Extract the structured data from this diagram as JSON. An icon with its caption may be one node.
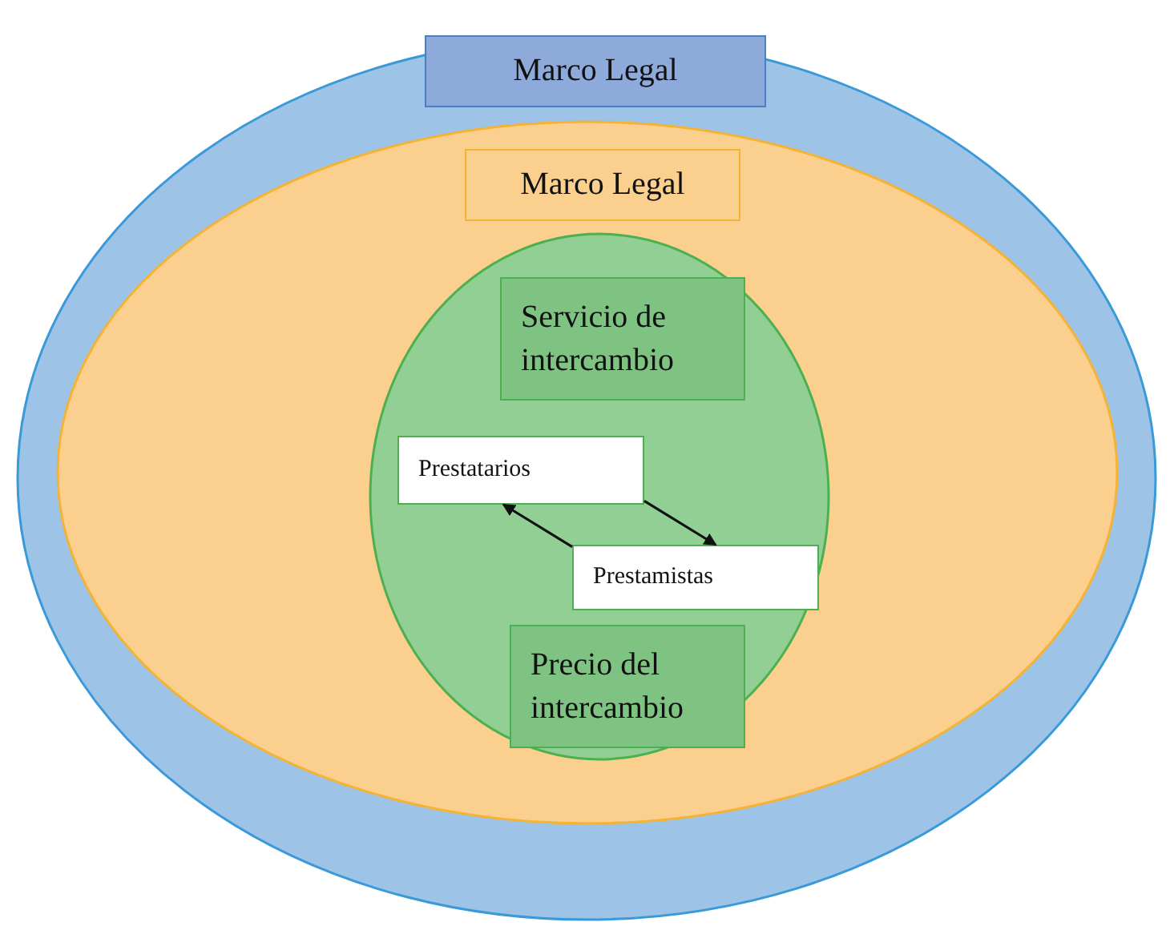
{
  "diagram": {
    "nodes": [
      {
        "text": [],
        "shape": "ellipse"
      },
      {
        "text": [
          "Marco Legal"
        ],
        "in": 0
      },
      {
        "text": [],
        "shape": "ellipse",
        "in": 0
      },
      {
        "text": [
          "Marco Legal"
        ],
        "in": 2
      },
      {
        "text": [],
        "shape": "ellipse",
        "in": 2
      },
      {
        "text": [
          "Servicio de intercambio"
        ],
        "in": 4
      },
      {
        "text": [
          "Prestatarios"
        ],
        "in": 4
      },
      {
        "text": [
          "Prestamistas"
        ],
        "in": 4
      },
      {
        "text": [
          "Precio del intercambio"
        ],
        "in": 4
      }
    ],
    "edges": [
      {
        "from": 6,
        "to": 7,
        "arrow": "to"
      },
      {
        "from": 7,
        "to": 6,
        "arrow": "to"
      }
    ]
  }
}
